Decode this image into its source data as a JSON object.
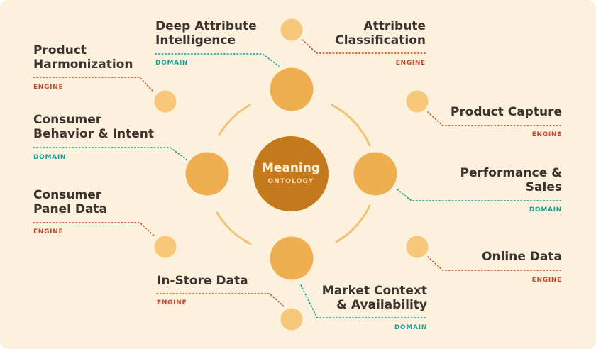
{
  "center": {
    "title": "Meaning",
    "subtitle": "ONTOLOGY"
  },
  "colors": {
    "background": "#fcf1dc",
    "center_fill": "#c47a1c",
    "primary_circle": "#efaf50",
    "small_circle": "#f7c77a",
    "ring_arc": "#f2c279",
    "engine": "#c4472d",
    "domain": "#1d9b95",
    "title_text": "#3b3330"
  },
  "nodes": [
    {
      "id": "deep-attribute-intelligence",
      "title": "Deep Attribute\nIntelligence",
      "tag": "DOMAIN",
      "kind": "domain"
    },
    {
      "id": "attribute-classification",
      "title": "Attribute\nClassification",
      "tag": "ENGINE",
      "kind": "engine"
    },
    {
      "id": "product-harmonization",
      "title": "Product\nHarmonization",
      "tag": "ENGINE",
      "kind": "engine"
    },
    {
      "id": "product-capture",
      "title": "Product Capture",
      "tag": "ENGINE",
      "kind": "engine"
    },
    {
      "id": "consumer-behavior-intent",
      "title": "Consumer\nBehavior & Intent",
      "tag": "DOMAIN",
      "kind": "domain"
    },
    {
      "id": "performance-sales",
      "title": "Performance &\nSales",
      "tag": "DOMAIN",
      "kind": "domain"
    },
    {
      "id": "consumer-panel-data",
      "title": "Consumer\nPanel Data",
      "tag": "ENGINE",
      "kind": "engine"
    },
    {
      "id": "online-data",
      "title": "Online Data",
      "tag": "ENGINE",
      "kind": "engine"
    },
    {
      "id": "in-store-data",
      "title": "In-Store Data",
      "tag": "ENGINE",
      "kind": "engine"
    },
    {
      "id": "market-context-availability",
      "title": "Market Context\n& Availability",
      "tag": "DOMAIN",
      "kind": "domain"
    }
  ]
}
